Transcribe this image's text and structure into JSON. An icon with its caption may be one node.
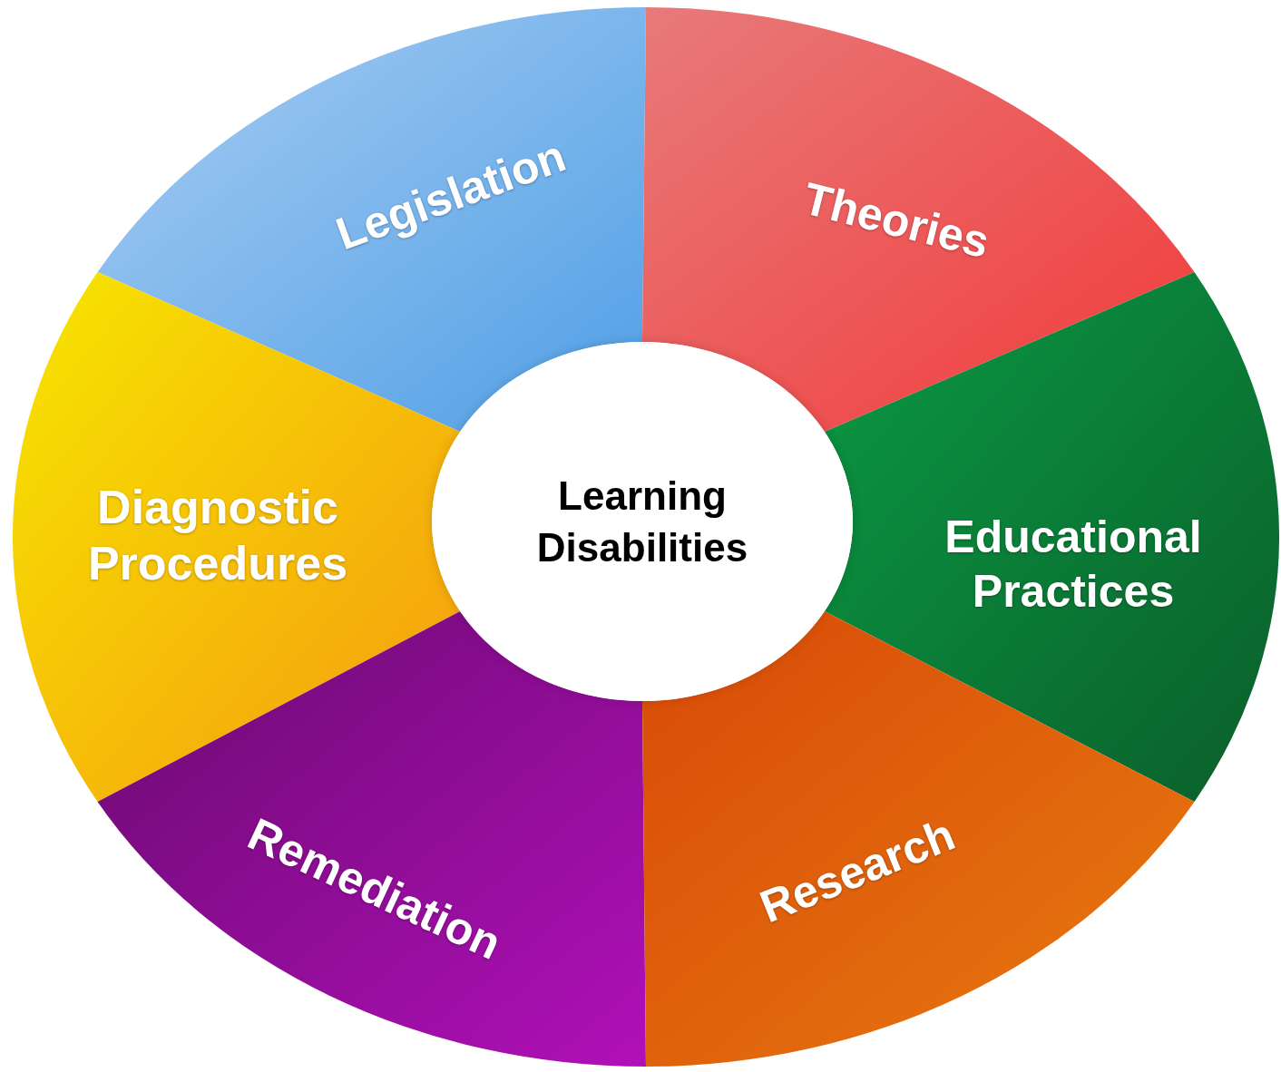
{
  "diagram": {
    "nodes": [
      {
        "text": [
          "Legislation"
        ]
      },
      {
        "text": [
          "Theories"
        ]
      },
      {
        "text": [
          "Diagnostic Procedures"
        ]
      },
      {
        "text": [
          "Learning Disabilities"
        ]
      },
      {
        "text": [
          "Educational Practices"
        ]
      },
      {
        "text": [
          "Remediation"
        ]
      },
      {
        "text": [
          "Research"
        ]
      }
    ]
  }
}
